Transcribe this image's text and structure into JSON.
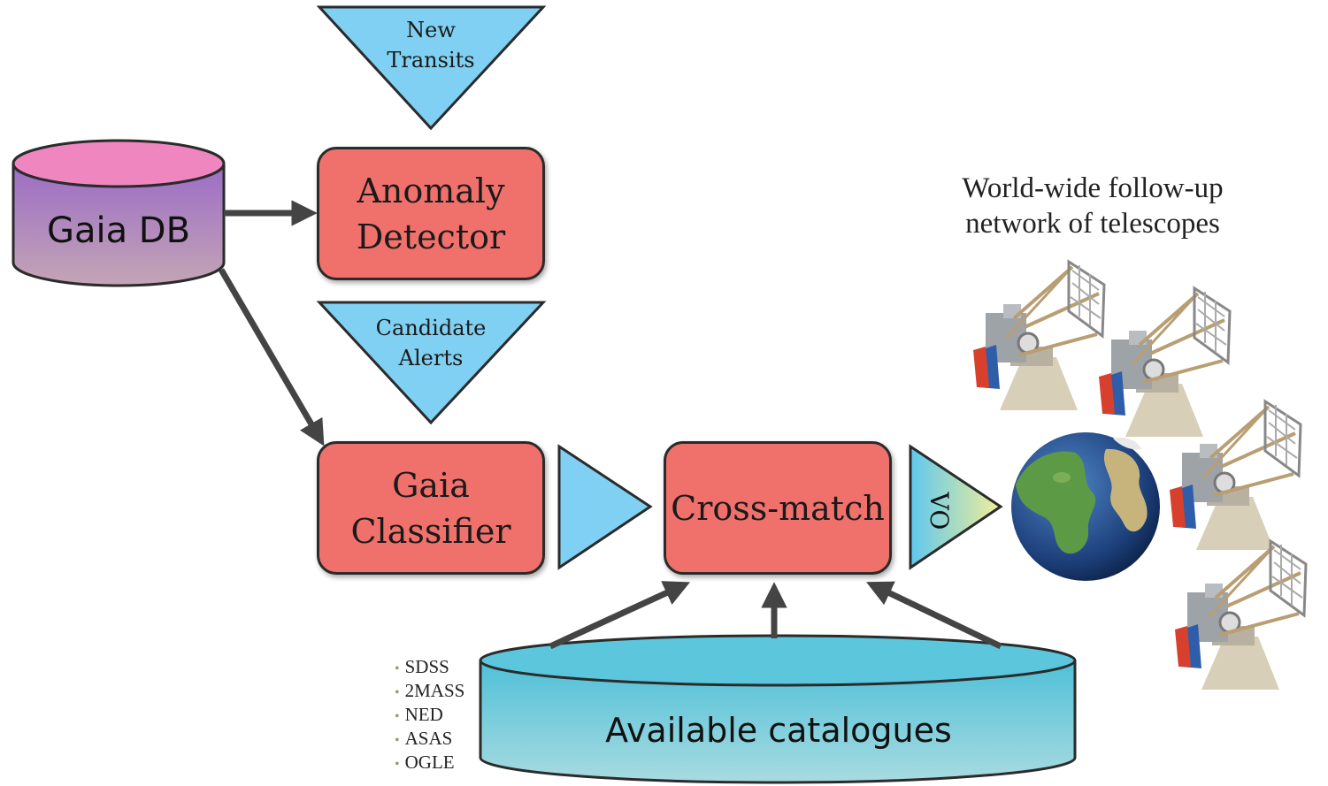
{
  "gaia_db": {
    "label": "Gaia DB"
  },
  "anomaly_detector": {
    "label": "Anomaly\nDetector"
  },
  "gaia_classifier": {
    "label": "Gaia\nClassifier"
  },
  "cross_match": {
    "label": "Cross-match"
  },
  "new_transits": {
    "label": "New\nTransits"
  },
  "candidate_alerts": {
    "label": "Candidate\nAlerts"
  },
  "vo": {
    "label": "VO"
  },
  "catalogues": {
    "label": "Available catalogues",
    "items": [
      "SDSS",
      "2MASS",
      "NED",
      "ASAS",
      "OGLE"
    ]
  },
  "telescopes": {
    "caption": "World-wide follow-up\nnetwork of telescopes"
  },
  "colors": {
    "process_box": "#f0716c",
    "triangle": "#7fd0f2",
    "gaia_db_top": "#ef86c0",
    "gaia_db_body": "#a27ec4",
    "catalogue_db": "#5cc6dc",
    "arrow": "#444444"
  },
  "icons": [
    "database-icon",
    "globe-icon",
    "telescope-icon"
  ]
}
